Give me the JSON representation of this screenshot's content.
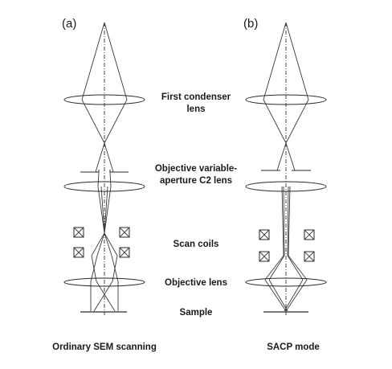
{
  "panels": [
    {
      "id": "a",
      "label": "(a)",
      "caption": "Ordinary SEM scanning"
    },
    {
      "id": "b",
      "label": "(b)",
      "caption": "SACP mode"
    }
  ],
  "components": {
    "first_condenser": [
      "First condenser",
      "lens"
    ],
    "aperture_c2": [
      "Objective variable-",
      "aperture C2 lens"
    ],
    "scan_coils": "Scan coils",
    "objective_lens": "Objective lens",
    "sample": "Sample"
  },
  "icons": {
    "scan_coil": "boxed-x-icon"
  }
}
